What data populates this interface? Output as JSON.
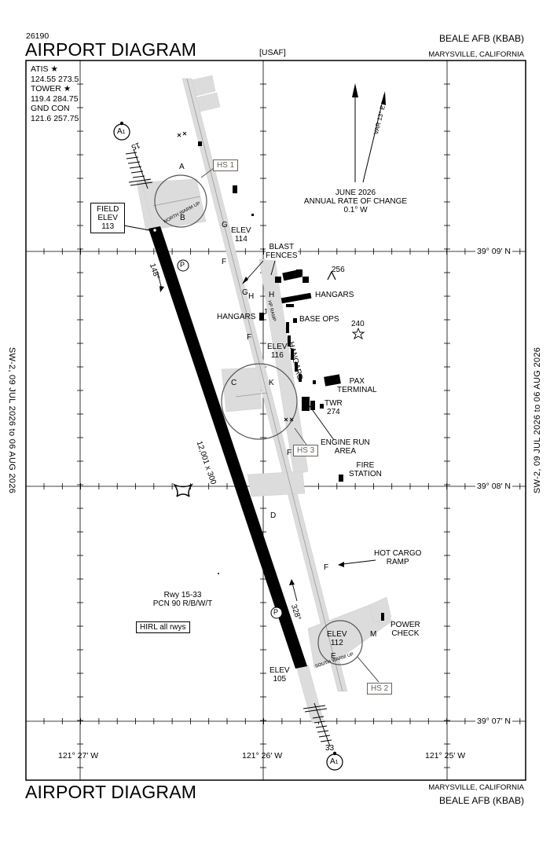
{
  "header": {
    "chart_number": "26190",
    "title": "AIRPORT DIAGRAM",
    "agency": "[USAF]",
    "airport_name": "BEALE AFB  (KBAB)",
    "location": "MARYSVILLE, CALIFORNIA"
  },
  "footer": {
    "title": "AIRPORT DIAGRAM",
    "location": "MARYSVILLE, CALIFORNIA",
    "airport_name": "BEALE AFB  (KBAB)"
  },
  "margin_notes": {
    "left": "SW-2, 09 JUL 2026  to  06 AUG 2026",
    "right": "SW-2, 09 JUL 2026  to  06 AUG 2026"
  },
  "frequencies": {
    "atis_label": "ATIS",
    "atis": "124.55  273.5",
    "tower_label": "TOWER",
    "tower": "119.4  284.75",
    "gnd_label": "GND CON",
    "gnd": "121.6  257.75"
  },
  "variation": {
    "text": "VAR 13° E",
    "rate_line1": "JUNE 2026",
    "rate_line2": "ANNUAL RATE OF CHANGE",
    "rate_line3": "0.1° W"
  },
  "grid": {
    "lat_0909": "39° 09′ N",
    "lat_0908": "39° 08′ N",
    "lat_0907": "39° 07′ N",
    "lon_2727": "121° 27′ W",
    "lon_2726": "121° 26′ W",
    "lon_2725": "121° 25′ W"
  },
  "runway": {
    "rwy15": "15",
    "rwy33": "33",
    "hdg148": "148°",
    "hdg328": "328°",
    "dimensions": "12,001 x 300",
    "info_line1": "Rwy 15-33",
    "info_line2": "PCN 90 R/B/W/T",
    "hirl": "HIRL all rwys",
    "field_elev_l1": "FIELD",
    "field_elev_l2": "ELEV",
    "field_elev_l3": "113",
    "elev105_l1": "ELEV",
    "elev105_l2": "105"
  },
  "labels": {
    "a_ident": "A",
    "hs1": "HS 1",
    "hs2": "HS 2",
    "hs3": "HS 3",
    "north_warmup": "NORTH WARM UP",
    "south_warmup": "SOUTH WARM UP",
    "elev114_l1": "ELEV",
    "elev114_l2": "114",
    "elev116_l1": "ELEV",
    "elev116_l2": "116",
    "elev112_l1": "ELEV",
    "elev112_l2": "112",
    "blast_l1": "BLAST",
    "blast_l2": "FENCES",
    "hangars_1": "HANGARS",
    "hangars_2": "HANGARS",
    "hangars_3": "HANGARS",
    "base_ops": "BASE OPS",
    "hp_ramp": "HP RAMP",
    "pax_l1": "PAX",
    "pax_l2": "TERMINAL",
    "twr_l1": "TWR",
    "twr_l2": "274",
    "engine_l1": "ENGINE RUN",
    "engine_l2": "AREA",
    "fire_l1": "FIRE",
    "fire_l2": "STATION",
    "hotcargo_l1": "HOT CARGO",
    "hotcargo_l2": "RAMP",
    "power_l1": "POWER",
    "power_l2": "CHECK",
    "obst256": "256",
    "obst240": "240",
    "twy_a": "A",
    "twy_b": "B",
    "twy_c": "C",
    "twy_d": "D",
    "twy_e": "E",
    "twy_f1": "F",
    "twy_f2": "F",
    "twy_f3": "F",
    "twy_f4": "F",
    "twy_g1": "G",
    "twy_g2": "G",
    "twy_h1": "H",
    "twy_h2": "H",
    "twy_j": "J",
    "twy_k": "K",
    "twy_m": "M",
    "p1": "P",
    "p2": "P",
    "a1_top": "A",
    "a1_top_sub": "1",
    "a1_bot": "A",
    "a1_bot_sub": "1"
  },
  "colors": {
    "hot_spot": "#6b6259",
    "taxiway_fill": "#dcdcdc",
    "runway": "#000000"
  }
}
